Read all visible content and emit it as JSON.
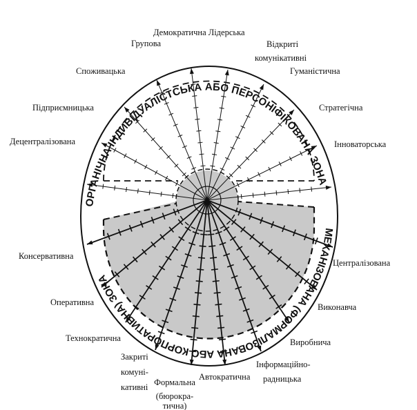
{
  "zones": {
    "top": "ОРГАНІЧНА ІНДИВІДУАЛІСТСЬКА АБО ПЕРСОНІФІКОВАНА ЗОНА",
    "bottom": "МЕХАНІЗОВАНА (ФОРМАЛІЗОВАНА АБО КОРПОРАТИВНА) ЗОНА"
  },
  "top_labels": {
    "decentralized": "Децентралізована",
    "entrepreneurial": "Підприємницька",
    "consumer": "Споживацька",
    "group": "Групова",
    "democratic_leader": "Демократична Лідерська",
    "open_comm_1": "Відкриті",
    "open_comm_2": "комунікативні",
    "humanistic": "Гуманістична",
    "strategic": "Стратегічна",
    "innovative": "Інноваторська"
  },
  "bottom_labels": {
    "conservative": "Консервативна",
    "operative": "Оперативна",
    "technocratic": "Технократична",
    "closed_comm_1": "Закриті",
    "closed_comm_2": "комуні-",
    "closed_comm_3": "кативні",
    "formal_1": "Формальна",
    "formal_2": "(бюрокра-",
    "formal_3": "тична)",
    "autocratic": "Автократична",
    "info_1": "Інформаційно-",
    "info_2": "радницька",
    "production": "Виробнича",
    "executive": "Виконавча",
    "centralized": "Централізована"
  },
  "colors": {
    "shade": "#c9c9c9",
    "ink": "#111111"
  }
}
